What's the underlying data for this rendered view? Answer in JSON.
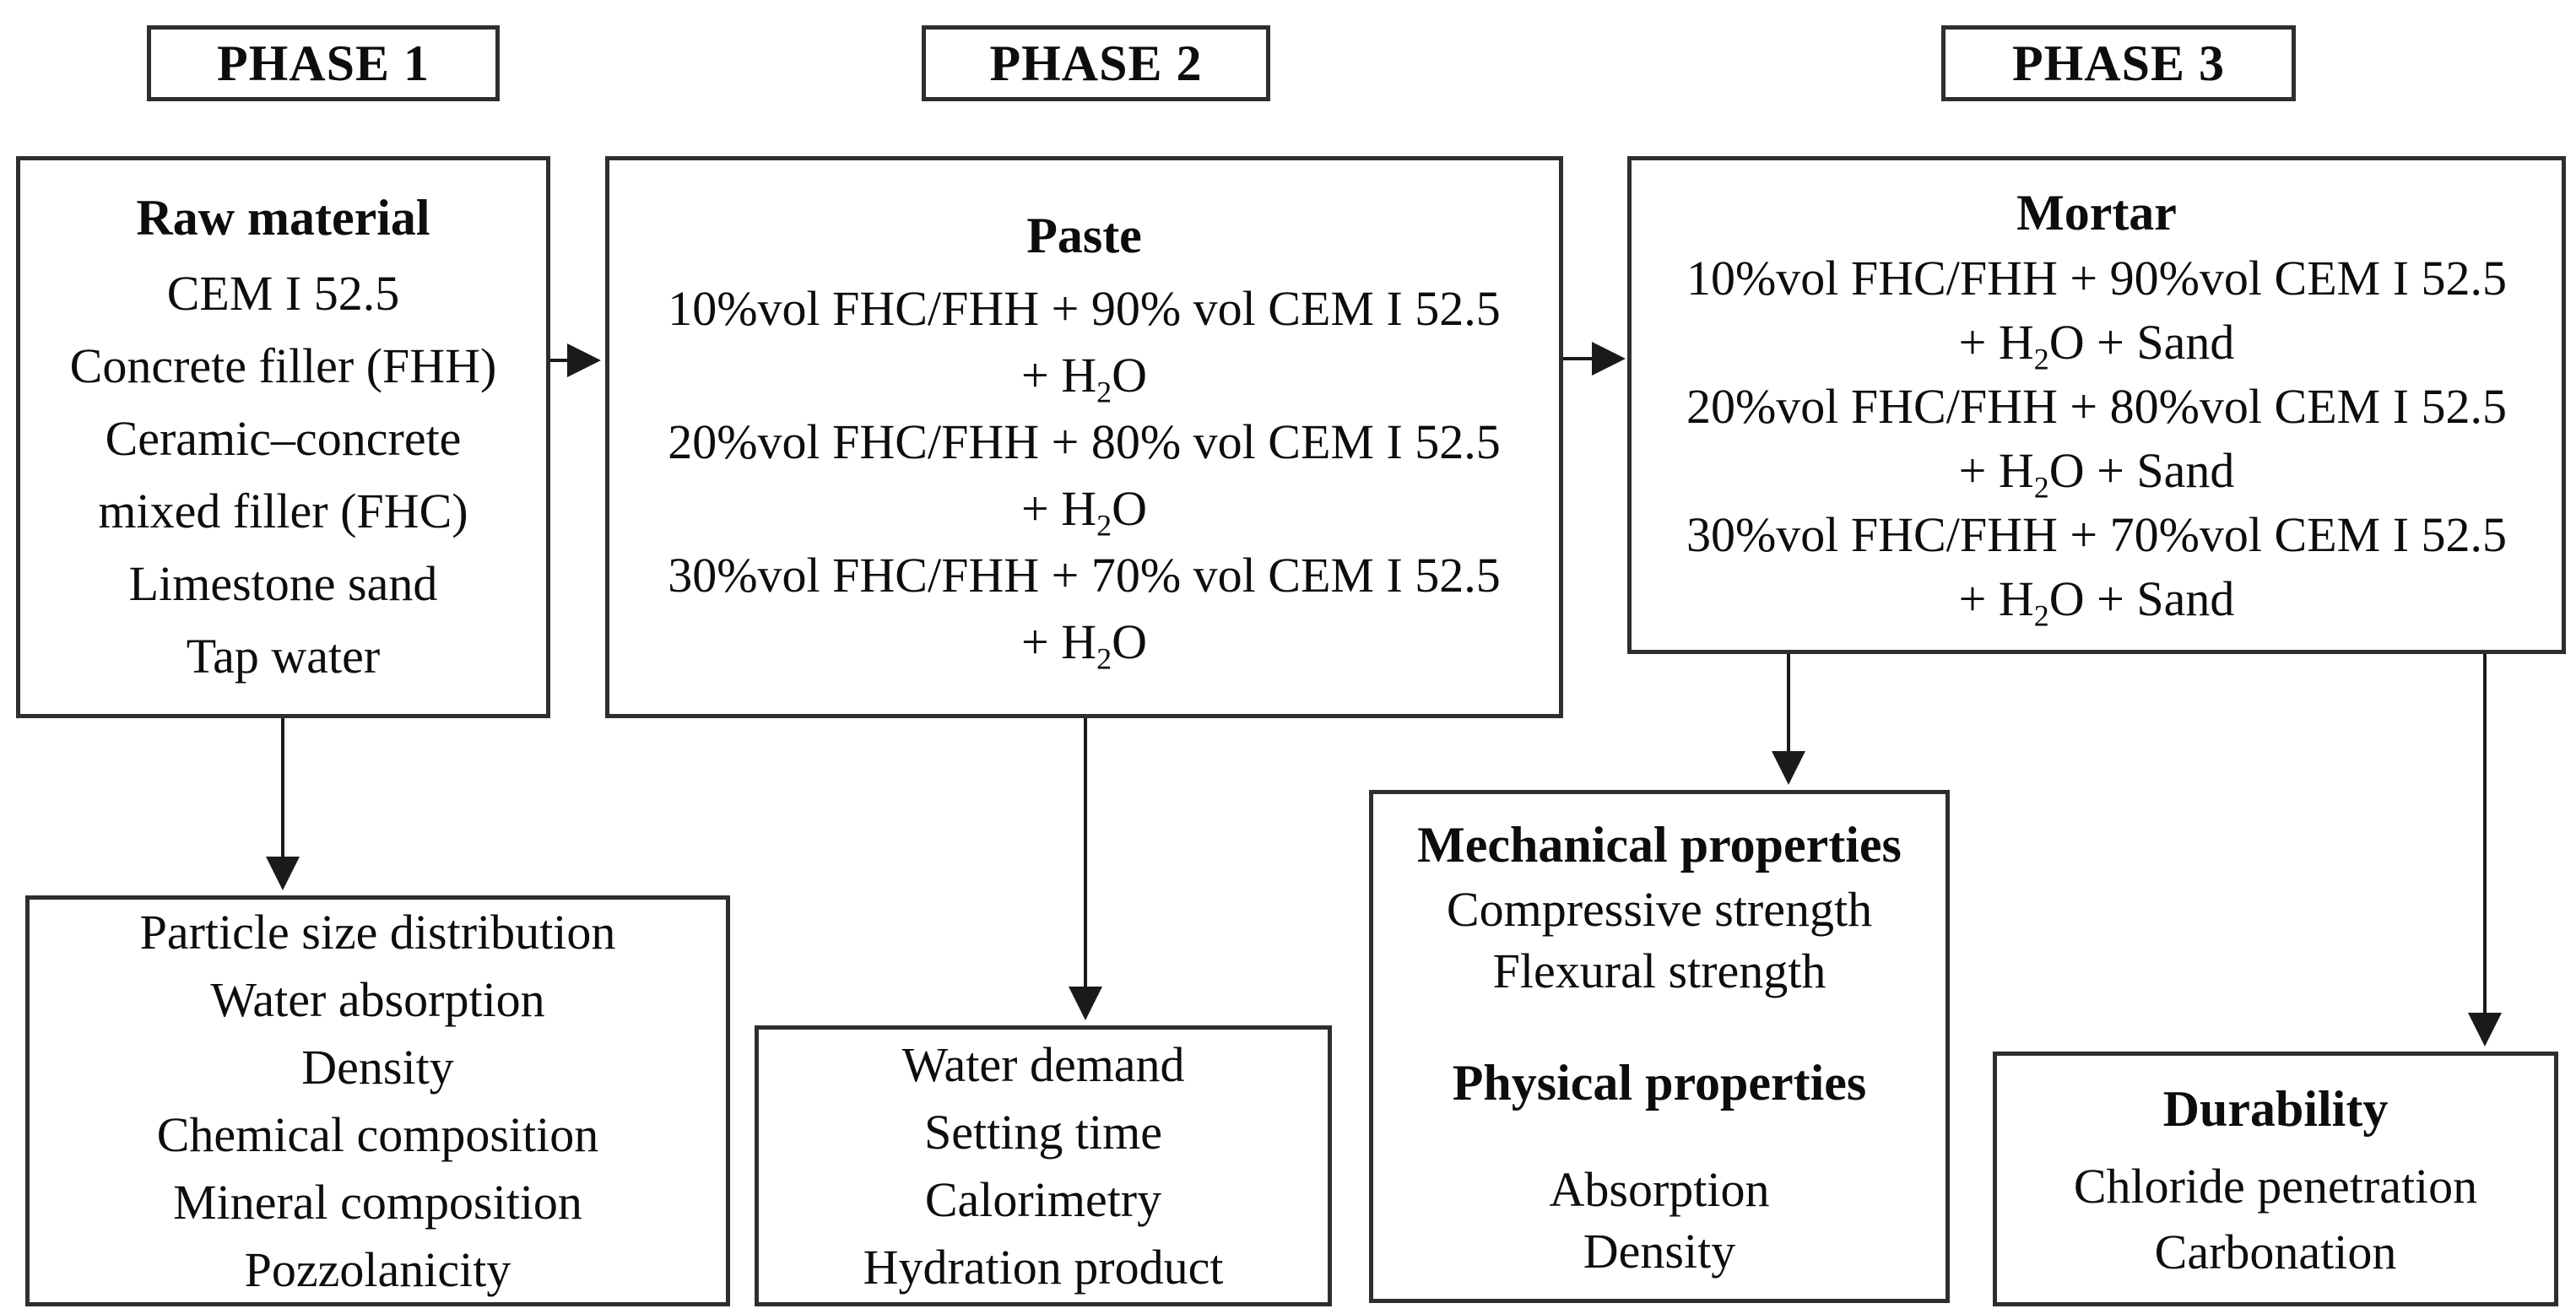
{
  "phase_labels": [
    "PHASE 1",
    "PHASE 2",
    "PHASE 3"
  ],
  "raw_material": {
    "title": "Raw material",
    "lines": [
      "CEM I 52.5",
      "Concrete filler (FHH)",
      "Ceramic–concrete",
      "mixed filler (FHC)",
      "Limestone sand",
      "Tap water"
    ]
  },
  "paste": {
    "title": "Paste",
    "mixtures": [
      {
        "blend": "10%vol FHC/FHH + 90% vol CEM I 52.5",
        "water_a": "+ H",
        "water_sub": "2",
        "water_b": "O"
      },
      {
        "blend": "20%vol FHC/FHH + 80% vol CEM I 52.5",
        "water_a": "+ H",
        "water_sub": "2",
        "water_b": "O"
      },
      {
        "blend": "30%vol FHC/FHH + 70% vol CEM I 52.5",
        "water_a": "+ H",
        "water_sub": "2",
        "water_b": "O"
      }
    ]
  },
  "mortar": {
    "title": "Mortar",
    "mixtures": [
      {
        "blend": "10%vol FHC/FHH + 90%vol CEM I 52.5",
        "water_a": "+ H",
        "water_sub": "2",
        "water_b": "O + Sand"
      },
      {
        "blend": "20%vol FHC/FHH + 80%vol CEM I 52.5",
        "water_a": "+ H",
        "water_sub": "2",
        "water_b": "O + Sand"
      },
      {
        "blend": "30%vol FHC/FHH + 70%vol CEM I 52.5",
        "water_a": "+ H",
        "water_sub": "2",
        "water_b": "O + Sand"
      }
    ]
  },
  "raw_material_tests": {
    "lines": [
      "Particle size distribution",
      "Water absorption",
      "Density",
      "Chemical composition",
      "Mineral composition",
      "Pozzolanicity"
    ]
  },
  "paste_tests": {
    "lines": [
      "Water demand",
      "Setting time",
      "Calorimetry",
      "Hydration product"
    ]
  },
  "mortar_properties": {
    "mechanical_title": "Mechanical properties",
    "mechanical_lines": [
      "Compressive strength",
      "Flexural strength"
    ],
    "physical_title": "Physical properties",
    "physical_lines": [
      "Absorption",
      "Density"
    ]
  },
  "durability": {
    "title": "Durability",
    "lines": [
      "Chloride penetration",
      "Carbonation"
    ]
  },
  "colors": {
    "background": "#ffffff",
    "border": "#2e2e2e",
    "text": "#0d0d0d",
    "arrow": "#1a1a1a"
  }
}
